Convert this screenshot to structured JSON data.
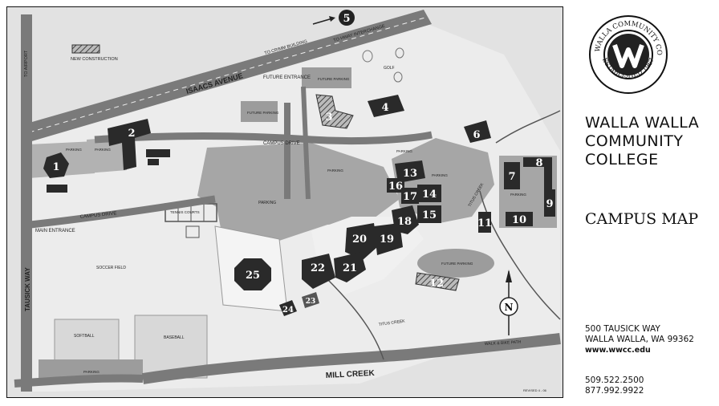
{
  "map": {
    "legend": {
      "new_construction": "NEW CONSTRUCTION",
      "icon": "hatched-swatch-icon"
    },
    "roads": {
      "isaacs": "ISAACS AVENUE",
      "campus_drive_top": "CAMPUS DRIVE",
      "campus_drive_left": "CAMPUS DRIVE",
      "tausick": "TAUSICK WAY",
      "mill_creek": "MILL CREEK",
      "to_airport": "TO AIRPORT",
      "to_crimm": "TO CRIMM BUILDING",
      "to_hwy": "TO HWAY INTERCHANGE",
      "main_entrance": "MAIN ENTRANCE",
      "titus_creek": "TITUS CREEK",
      "titus_creek_2": "TITUS CREEK",
      "walk_bike": "WALK & BIKE PATH"
    },
    "areas": {
      "future_entrance": "FUTURE ENTRANCE",
      "future_parking_1": "FUTURE PARKING",
      "future_parking_2": "FUTURE PARKING",
      "future_parking_3": "FUTURE PARKING",
      "golf": "GOLF",
      "parking": "PARKING",
      "tennis": "TENNIS COURTS",
      "soccer": "SOCCER FIELD",
      "softball": "SOFTBALL",
      "baseball": "BASEBALL"
    },
    "buildings": [
      "1",
      "2",
      "3",
      "4",
      "5",
      "6",
      "7",
      "8",
      "9",
      "10",
      "11",
      "12",
      "13",
      "14",
      "15",
      "16",
      "17",
      "18",
      "19",
      "20",
      "21",
      "22",
      "23",
      "24",
      "25"
    ],
    "compass": "N",
    "revised": "REVISED 4 - 06"
  },
  "sidebar": {
    "seal": {
      "top_text": "WALLA WALLA COMMUNITY COLLEGE",
      "bottom_text": "ESTABLISHED 1967",
      "icon": "college-seal-icon"
    },
    "college_lines": [
      "WALLA WALLA",
      "COMMUNITY",
      "COLLEGE"
    ],
    "campus_map": "CAMPUS MAP",
    "address": [
      "500 TAUSICK WAY",
      "WALLA WALLA, WA 99362"
    ],
    "website": "www.wwcc.edu",
    "phones": [
      "509.522.2500",
      "877.992.9922"
    ]
  }
}
